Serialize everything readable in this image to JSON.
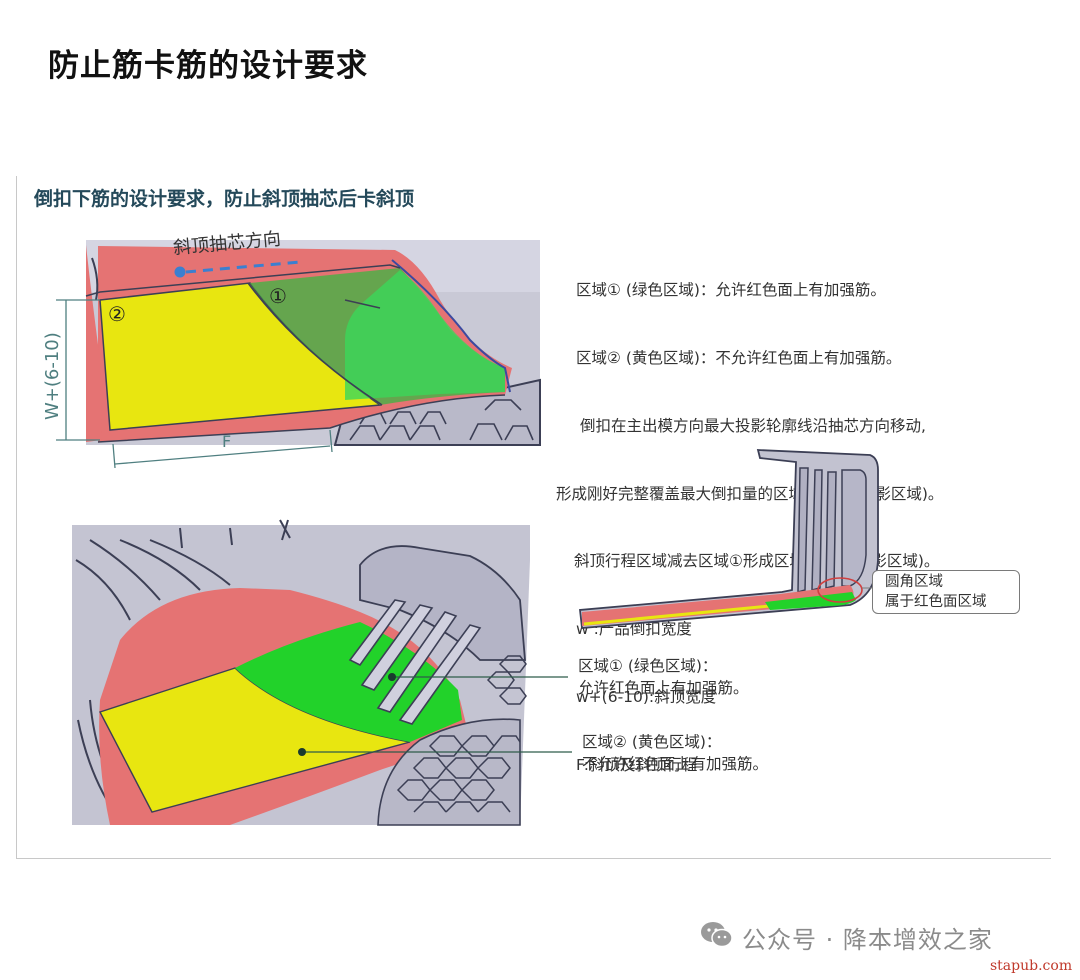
{
  "page_title": "防止筋卡筋的设计要求",
  "subtitle": "倒扣下筋的设计要求，防止斜顶抽芯后卡斜顶",
  "top_diagram": {
    "direction_label": "斜顶抽芯方向",
    "marker_1": "①",
    "marker_2": "②",
    "width_label": "W+(6-10)",
    "length_label": "F"
  },
  "notes": [
    "区域① (绿色区域)：允许红色面上有加强筋。",
    "区域② (黄色区域)：不允许红色面上有加强筋。",
    "倒扣在主出模方向最大投影轮廓线沿抽芯方向移动,",
    "形成刚好完整覆盖最大倒扣量的区域① (绿色阴影区域)。",
    "斜顶行程区域减去区域①形成区域②(黄色阴影区域)。",
    "w :产品倒扣宽度",
    "w+(6-10):斜顶宽度",
    "F:斜顶及斜顶行程"
  ],
  "corner_label": [
    "圆角区域",
    "属于红色面区域"
  ],
  "callout_1": [
    "区域① (绿色区域)：",
    "允许红色面上有加强筋。"
  ],
  "callout_2": [
    "区域② (黄色区域)：",
    "不允许红色面上有加强筋。"
  ],
  "watermark": "公众号 · 降本增效之家",
  "footer_url": "stapub.com",
  "colors": {
    "red_face": "#e57373",
    "yellow_zone": "#e8e610",
    "green_zone": "#22d22a",
    "part_grey": "#c2c2d0",
    "outline": "#3c3f55",
    "dim_line": "#4f7f80"
  }
}
